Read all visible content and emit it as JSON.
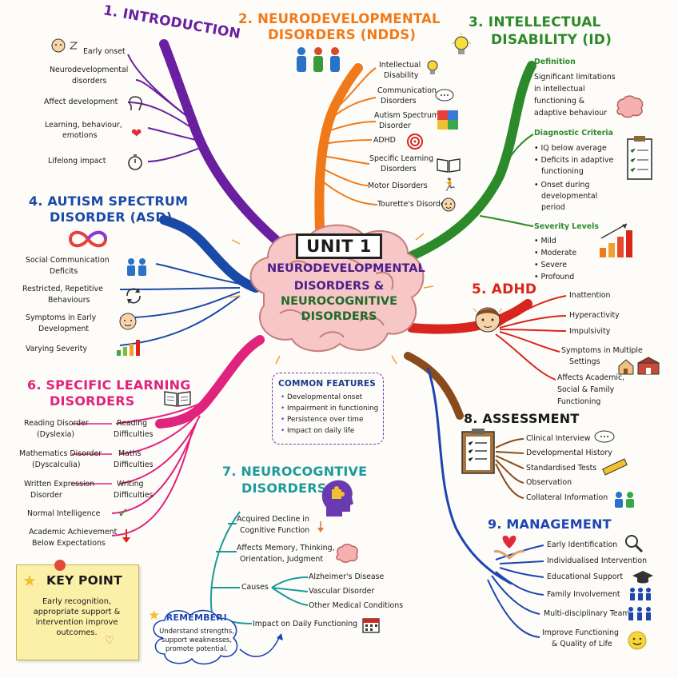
{
  "center": {
    "unit": "UNIT 1",
    "line1": "NEURODEVELOPMENTAL",
    "line2": "DISORDERS &",
    "line3": "NEUROCOGNITIVE",
    "line4": "DISORDERS"
  },
  "intro": {
    "title": "1. Introduction",
    "items": [
      "Early onset",
      "Neurodevelopmental",
      "disorders",
      "Affect development",
      "Learning, behaviour,",
      "emotions",
      "Lifelong impact"
    ]
  },
  "ndd": {
    "title1": "2. Neurodevelopmental",
    "title2": "Disorders (NDDs)",
    "items": [
      "Intellectual",
      "Disability",
      "Communication",
      "Disorders",
      "Autism Spectrum",
      "Disorder",
      "ADHD",
      "Specific Learning",
      "Disorders",
      "Motor Disorders",
      "Tourette's Disorder"
    ]
  },
  "id": {
    "title1": "3. Intellectual",
    "title2": "Disability (ID)",
    "definition_label": "Definition",
    "definition": [
      "Significant limitations",
      "in intellectual",
      "functioning &",
      "adaptive behaviour"
    ],
    "criteria_label": "Diagnostic Criteria",
    "criteria": [
      "IQ below average",
      "Deficits in adaptive",
      "functioning",
      "Onset during",
      "developmental",
      "period"
    ],
    "severity_label": "Severity Levels",
    "severity": [
      "Mild",
      "Moderate",
      "Severe",
      "Profound"
    ]
  },
  "asd": {
    "title1": "4. Autism Spectrum",
    "title2": "Disorder (ASD)",
    "items": [
      "Social Communication",
      "Deficits",
      "Restricted, Repetitive",
      "Behaviours",
      "Symptoms in Early",
      "Development",
      "Varying Severity"
    ]
  },
  "adhd": {
    "title": "5. ADHD",
    "items": [
      "Inattention",
      "Hyperactivity",
      "Impulsivity",
      "Symptoms in Multiple",
      "Settings",
      "Affects Academic,",
      "Social & Family",
      "Functioning"
    ]
  },
  "sld": {
    "title1": "6. Specific Learning",
    "title2": "Disorders",
    "items": [
      "Reading Disorder",
      "(Dyslexia)",
      "Reading",
      "Difficulties",
      "Mathematics Disorder",
      "(Dyscalculia)",
      "Maths",
      "Difficulties",
      "Written Expression",
      "Disorder",
      "Writing",
      "Difficulties",
      "Normal Intelligence",
      "Academic Achievement",
      "Below Expectations"
    ]
  },
  "ncd": {
    "title1": "7. Neurocogntive",
    "title2": "Disorders",
    "items": [
      "Acquired Decline in",
      "Cognitive Function",
      "Affects Memory, Thinking,",
      "Orientation, Judgment",
      "Causes",
      "Alzheimer's Disease",
      "Vascular Disorder",
      "Other Medical Conditions",
      "Impact on Daily Functioning"
    ]
  },
  "assess": {
    "title": "8. Assessment",
    "items": [
      "Clinical Interview",
      "Developmental History",
      "Standardised Tests",
      "Observation",
      "Collateral Information"
    ]
  },
  "mgmt": {
    "title": "9. Management",
    "items": [
      "Early Identification",
      "Individualised Intervention",
      "Educational Support",
      "Family Involvement",
      "Multi-disciplinary Team",
      "Improve Functioning",
      "& Quality of Life"
    ]
  },
  "common": {
    "title": "Common Features",
    "items": [
      "Developmental onset",
      "Impairment in functioning",
      "Persistence over time",
      "Impact on daily life"
    ]
  },
  "keypoint": {
    "title": "Key Point",
    "lines": [
      "Early recognition,",
      "appropriate support &",
      "intervention improve",
      "outcomes."
    ]
  },
  "remember": {
    "title": "Remember!",
    "lines": [
      "Understand strengths,",
      "support weaknesses,",
      "promote potential."
    ]
  },
  "colors": {
    "intro": "#6a1fa0",
    "ndd": "#f07a1a",
    "id": "#2c8a2a",
    "asd": "#1a4aa8",
    "adhd": "#d8261e",
    "sld": "#e0237d",
    "ncd": "#1c9a9a",
    "assess": "#8a4a1c",
    "mgmt": "#1d46b0"
  }
}
